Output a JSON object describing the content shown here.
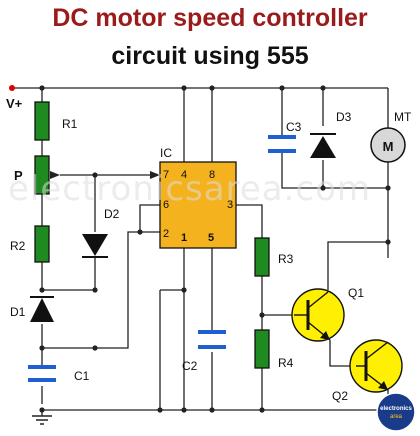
{
  "title": {
    "line1": "DC motor speed controller",
    "line2": "circuit using 555"
  },
  "labels": {
    "supply": "V+",
    "r1": "R1",
    "pot": "P",
    "r2": "R2",
    "d1": "D1",
    "c1": "C1",
    "d2": "D2",
    "ic": "IC",
    "c2": "C2",
    "r3": "R3",
    "r4": "R4",
    "c3": "C3",
    "d3": "D3",
    "motor_ref": "MT",
    "motor_symbol": "M",
    "q1": "Q1",
    "q2": "Q2"
  },
  "ic_pins": [
    "7",
    "4",
    "8",
    "6",
    "3",
    "2",
    "1",
    "5"
  ],
  "watermark": "electronicsarea.com",
  "logo": "electronics area",
  "colors": {
    "title": "#9b1b1b",
    "resistor": "#1f8a1f",
    "capacitor": "#1f5fd1",
    "ic": "#f5b21f",
    "transistor": "#ffef00",
    "wire": "#222222"
  }
}
